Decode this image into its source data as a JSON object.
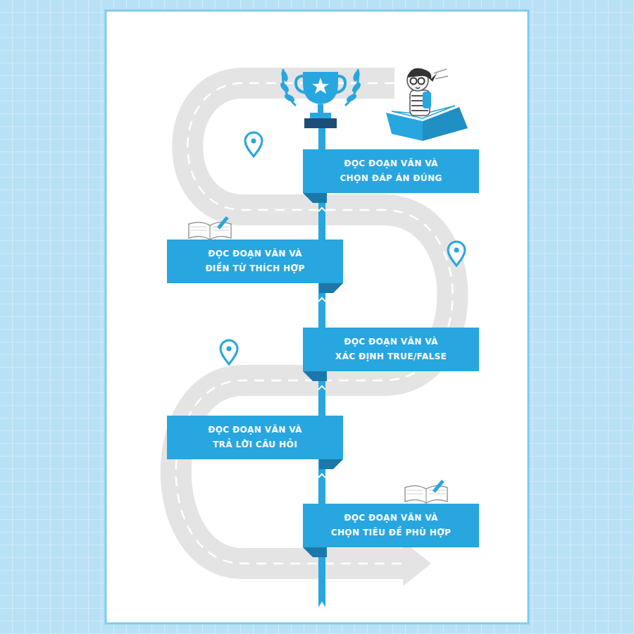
{
  "diagram": {
    "nodes": [
      {
        "text": [
          "ĐỌC ĐOẠN VĂN VÀ CHỌN ĐÁP ÁN ĐÚNG"
        ]
      },
      {
        "text": [
          "ĐỌC ĐOẠN VĂN VÀ ĐIỀN TỪ THÍCH HỢP"
        ]
      },
      {
        "text": [
          "ĐỌC ĐOẠN VĂN VÀ XÁC ĐỊNH TRUE/FALSE"
        ]
      },
      {
        "text": [
          "ĐỌC ĐOẠN VĂN VÀ TRẢ LỜI CÂU HỎI"
        ]
      },
      {
        "text": [
          "ĐỌC ĐOẠN VĂN VÀ CHỌN TIÊU ĐỀ PHÙ HỢP"
        ]
      }
    ],
    "edges": [
      {
        "from": 4,
        "to": 3,
        "arrow": "to"
      },
      {
        "from": 3,
        "to": 2,
        "arrow": "to"
      },
      {
        "from": 2,
        "to": 1,
        "arrow": "to"
      },
      {
        "from": 1,
        "to": 0,
        "arrow": "to"
      }
    ]
  }
}
